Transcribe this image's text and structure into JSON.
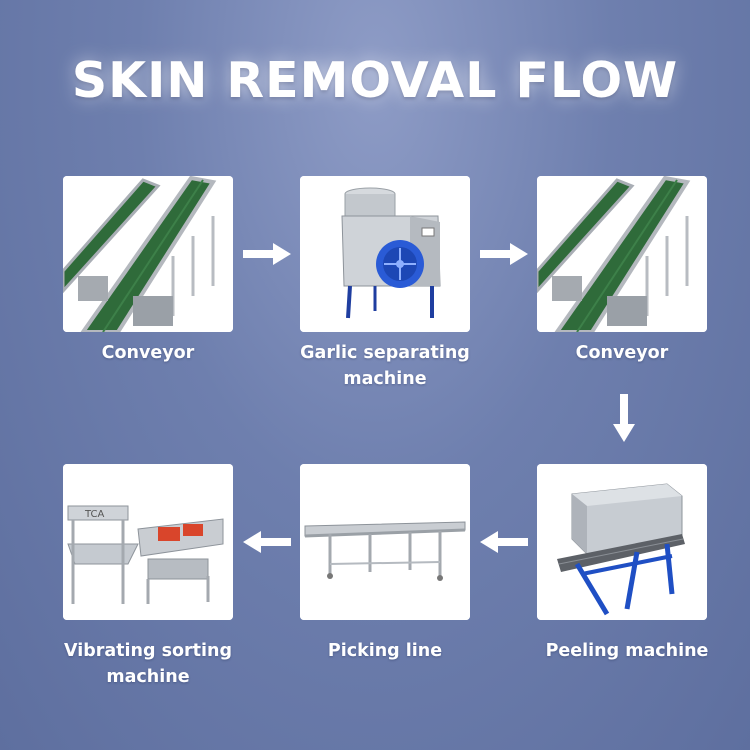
{
  "title": "SKIN REMOVAL FLOW",
  "steps": [
    {
      "label": "Conveyor",
      "icon": "conveyor-image"
    },
    {
      "label": "Garlic separating machine",
      "label_line1": "Garlic separating",
      "label_line2": "machine",
      "icon": "garlic-separating-machine-image"
    },
    {
      "label": "Conveyor",
      "icon": "conveyor-image"
    },
    {
      "label": "Peeling machine",
      "icon": "peeling-machine-image"
    },
    {
      "label": "Picking line",
      "icon": "picking-line-image"
    },
    {
      "label": "Vibrating sorting machine",
      "label_line1": "Vibrating sorting",
      "label_line2": "machine",
      "icon": "vibrating-sorting-machine-image"
    }
  ],
  "machine_brand": "TCA",
  "colors": {
    "belt_green": "#2f6b3a",
    "fan_blue": "#2a5bd6",
    "frame_blue": "#1f4fc4",
    "steel": "#c9cdd2"
  }
}
